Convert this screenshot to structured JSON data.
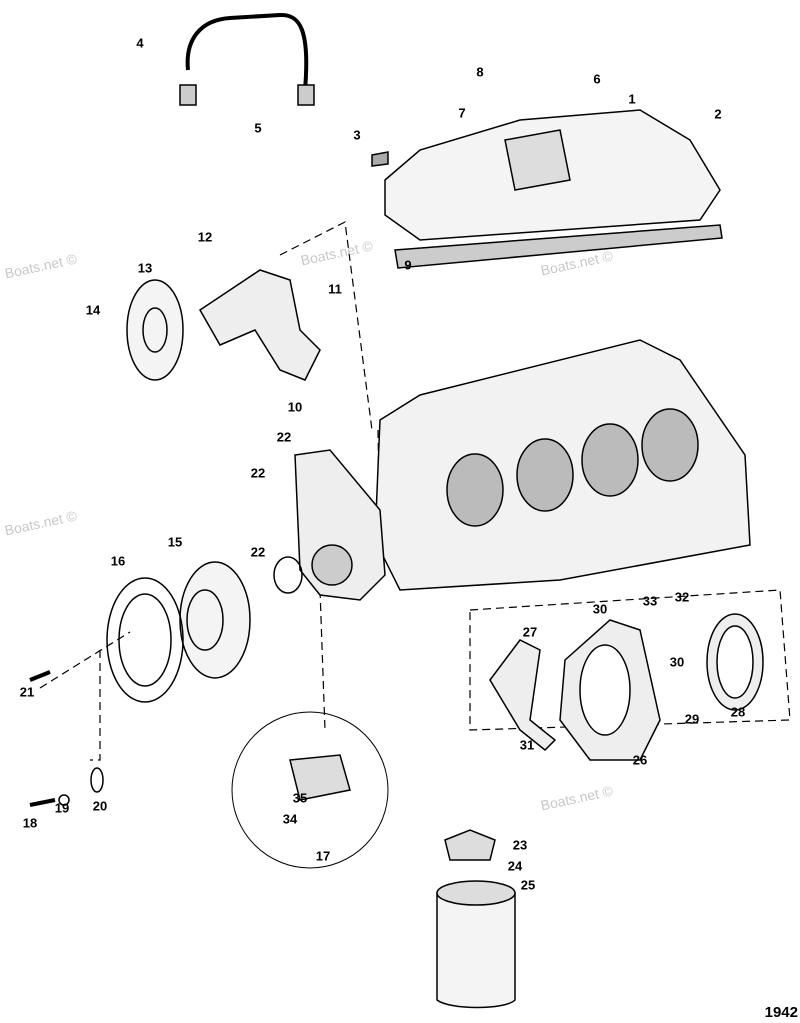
{
  "diagram": {
    "watermark": "Boats.net ©",
    "figure_number": "1942",
    "callouts": [
      "4",
      "5",
      "8",
      "6",
      "7",
      "1",
      "2",
      "3",
      "9",
      "12",
      "13",
      "11",
      "14",
      "10",
      "22",
      "22",
      "22",
      "15",
      "16",
      "21",
      "30",
      "33",
      "32",
      "27",
      "30",
      "28",
      "29",
      "31",
      "26",
      "35",
      "34",
      "17",
      "18",
      "19",
      "20",
      "23",
      "24",
      "25"
    ]
  }
}
